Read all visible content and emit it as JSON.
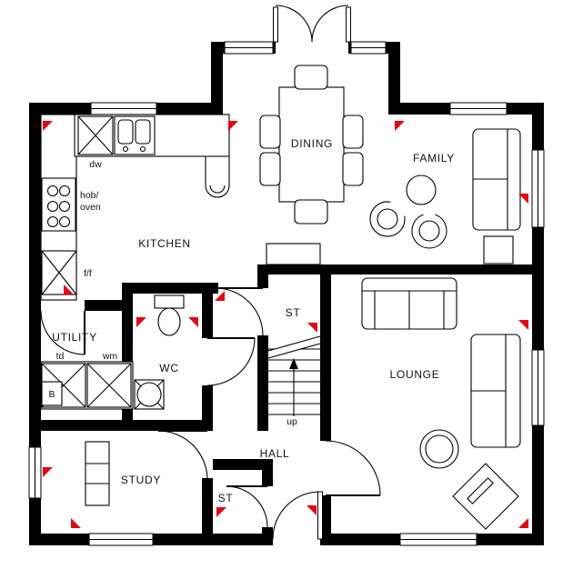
{
  "plan": {
    "rooms": {
      "dining": "DINING",
      "family": "FAMILY",
      "kitchen": "KITCHEN",
      "utility": "UTILITY",
      "wc": "WC",
      "store_upper": "ST",
      "lounge": "LOUNGE",
      "hall": "HALL",
      "study": "STUDY",
      "store_lower": "ST"
    },
    "fixtures": {
      "dishwasher": "dw",
      "hob_line1": "hob/",
      "hob_line2": "oven",
      "fridge_freezer": "f/f",
      "tumble_dryer": "td",
      "washing_machine": "wm",
      "boiler": "B",
      "stairs_up": "up"
    },
    "colors": {
      "wall": "#000000",
      "marker": "#e30613"
    }
  }
}
